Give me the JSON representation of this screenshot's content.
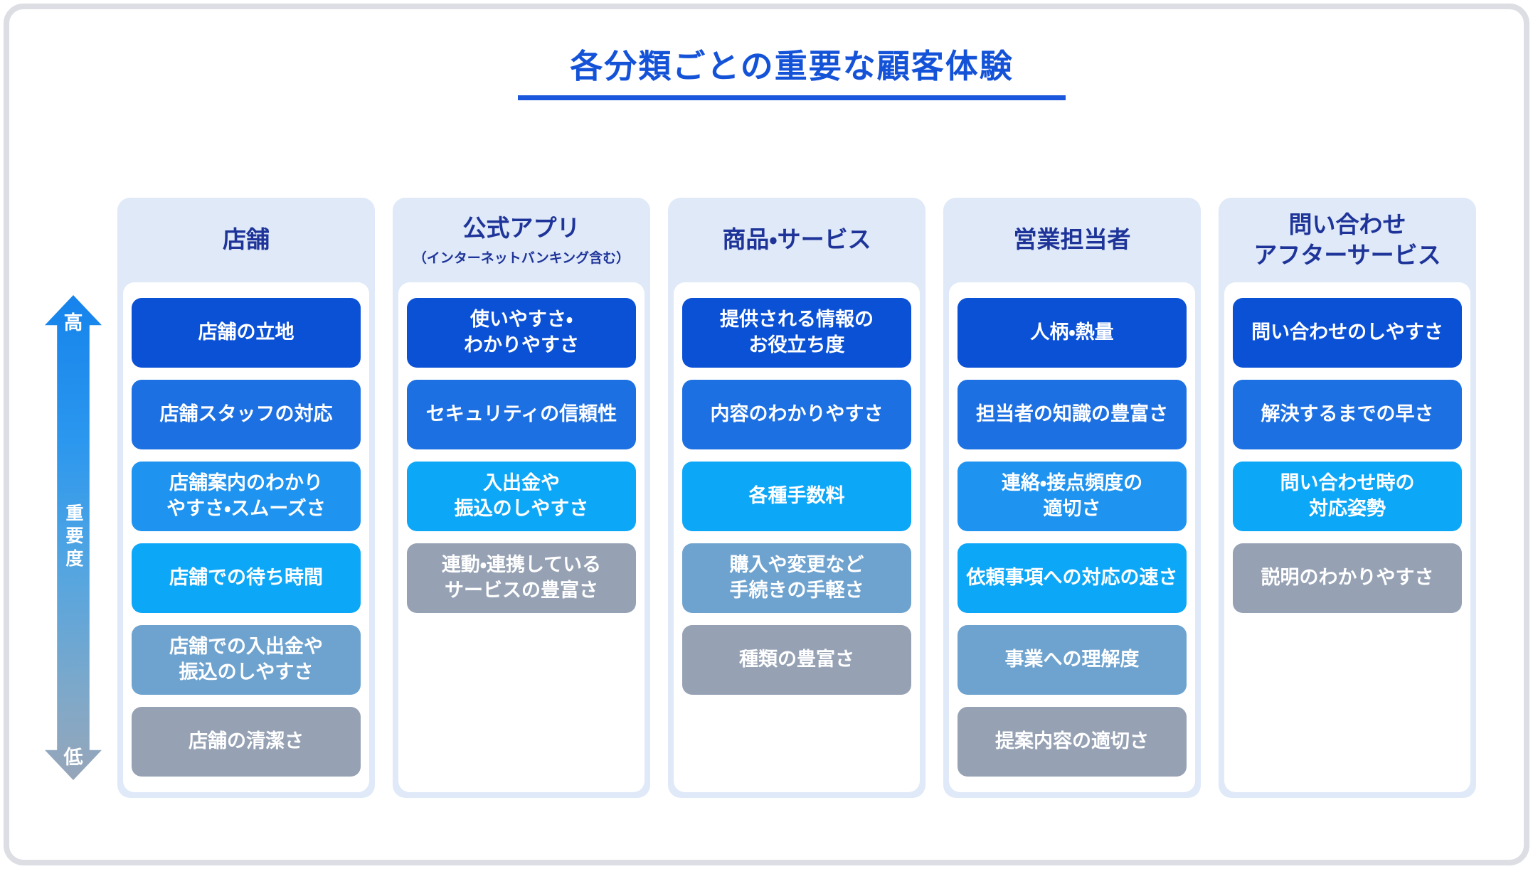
{
  "title": "各分類ごとの重要な顧客体験",
  "importance_axis": {
    "high_label": "高",
    "axis_label": "重要度",
    "low_label": "低"
  },
  "colors": {
    "title_text": "#1453d8",
    "title_underline": "#1a57dd",
    "header_text": "#1e3499",
    "card_bg": "#dfe9f8",
    "panel_bg": "#ffffff",
    "chip_text": "#ffffff",
    "importance_levels": [
      "#0b51d6",
      "#1d70e2",
      "#1e93f0",
      "#0da7f8",
      "#6fa3cf",
      "#96a2b4"
    ],
    "arrow_gradient_top": "#1583ec",
    "arrow_gradient_bottom": "#97a6b9"
  },
  "columns": [
    {
      "header": "店舗",
      "subheader": "",
      "items": [
        {
          "label": "店舗の立地",
          "level": 1
        },
        {
          "label": "店舗スタッフの対応",
          "level": 2
        },
        {
          "label": "店舗案内のわかり\nやすさ・スムーズさ",
          "level": 3
        },
        {
          "label": "店舗での待ち時間",
          "level": 4
        },
        {
          "label": "店舗での入出金や\n振込のしやすさ",
          "level": 5
        },
        {
          "label": "店舗の清潔さ",
          "level": 6
        }
      ]
    },
    {
      "header": "公式アプリ",
      "subheader": "（インターネットバンキング含む）",
      "items": [
        {
          "label": "使いやすさ・\nわかりやすさ",
          "level": 1
        },
        {
          "label": "セキュリティの信頼性",
          "level": 2
        },
        {
          "label": "入出金や\n振込のしやすさ",
          "level": 4
        },
        {
          "label": "連動・連携している\nサービスの豊富さ",
          "level": 6
        }
      ]
    },
    {
      "header": "商品・サービス",
      "subheader": "",
      "items": [
        {
          "label": "提供される情報の\nお役立ち度",
          "level": 1
        },
        {
          "label": "内容のわかりやすさ",
          "level": 2
        },
        {
          "label": "各種手数料",
          "level": 4
        },
        {
          "label": "購入や変更など\n手続きの手軽さ",
          "level": 5
        },
        {
          "label": "種類の豊富さ",
          "level": 6
        }
      ]
    },
    {
      "header": "営業担当者",
      "subheader": "",
      "items": [
        {
          "label": "人柄・熱量",
          "level": 1
        },
        {
          "label": "担当者の知識の豊富さ",
          "level": 2
        },
        {
          "label": "連絡・接点頻度の\n適切さ",
          "level": 3
        },
        {
          "label": "依頼事項への対応の速さ",
          "level": 4
        },
        {
          "label": "事業への理解度",
          "level": 5
        },
        {
          "label": "提案内容の適切さ",
          "level": 6
        }
      ]
    },
    {
      "header": "問い合わせ\nアフターサービス",
      "subheader": "",
      "items": [
        {
          "label": "問い合わせのしやすさ",
          "level": 1
        },
        {
          "label": "解決するまでの早さ",
          "level": 2
        },
        {
          "label": "問い合わせ時の\n対応姿勢",
          "level": 4
        },
        {
          "label": "説明のわかりやすさ",
          "level": 6
        }
      ]
    }
  ]
}
